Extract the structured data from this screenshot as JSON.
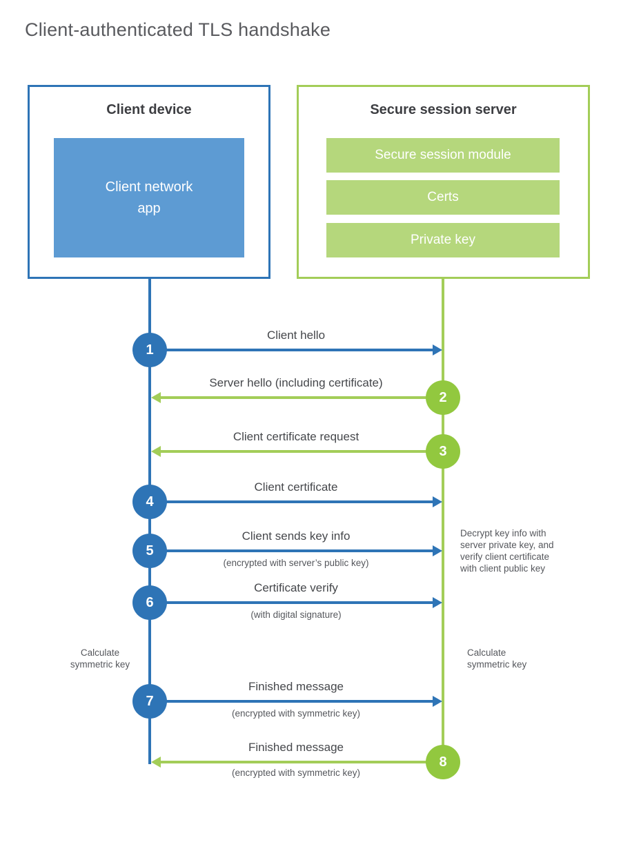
{
  "title": "Client-authenticated TLS handshake",
  "colors": {
    "blue": "#2e74b6",
    "blue_fill": "#5d9bd3",
    "green_line": "#a3cd58",
    "green_circle": "#92c83f",
    "green_fill": "#b5d77c"
  },
  "client": {
    "title": "Client device",
    "app_label": "Client network\napp"
  },
  "server": {
    "title": "Secure session server",
    "modules": [
      "Secure session module",
      "Certs",
      "Private key"
    ]
  },
  "steps": [
    {
      "num": "1",
      "label": "Client hello",
      "sublabel": "",
      "direction": "client-to-server"
    },
    {
      "num": "2",
      "label": "Server hello (including certificate)",
      "sublabel": "",
      "direction": "server-to-client"
    },
    {
      "num": "3",
      "label": "Client certificate request",
      "sublabel": "",
      "direction": "server-to-client"
    },
    {
      "num": "4",
      "label": "Client certificate",
      "sublabel": "",
      "direction": "client-to-server"
    },
    {
      "num": "5",
      "label": "Client sends key info",
      "sublabel": "(encrypted with server’s public key)",
      "direction": "client-to-server"
    },
    {
      "num": "6",
      "label": "Certificate verify",
      "sublabel": "(with digital signature)",
      "direction": "client-to-server"
    },
    {
      "num": "7",
      "label": "Finished message",
      "sublabel": "(encrypted with symmetric key)",
      "direction": "client-to-server"
    },
    {
      "num": "8",
      "label": "Finished message",
      "sublabel": "(encrypted with symmetric key)",
      "direction": "server-to-client"
    }
  ],
  "notes": {
    "decrypt": "Decrypt key info with\nserver private key, and\nverify client certificate\nwith client public key",
    "calc_left": "Calculate\nsymmetric key",
    "calc_right": "Calculate\nsymmetric key"
  }
}
